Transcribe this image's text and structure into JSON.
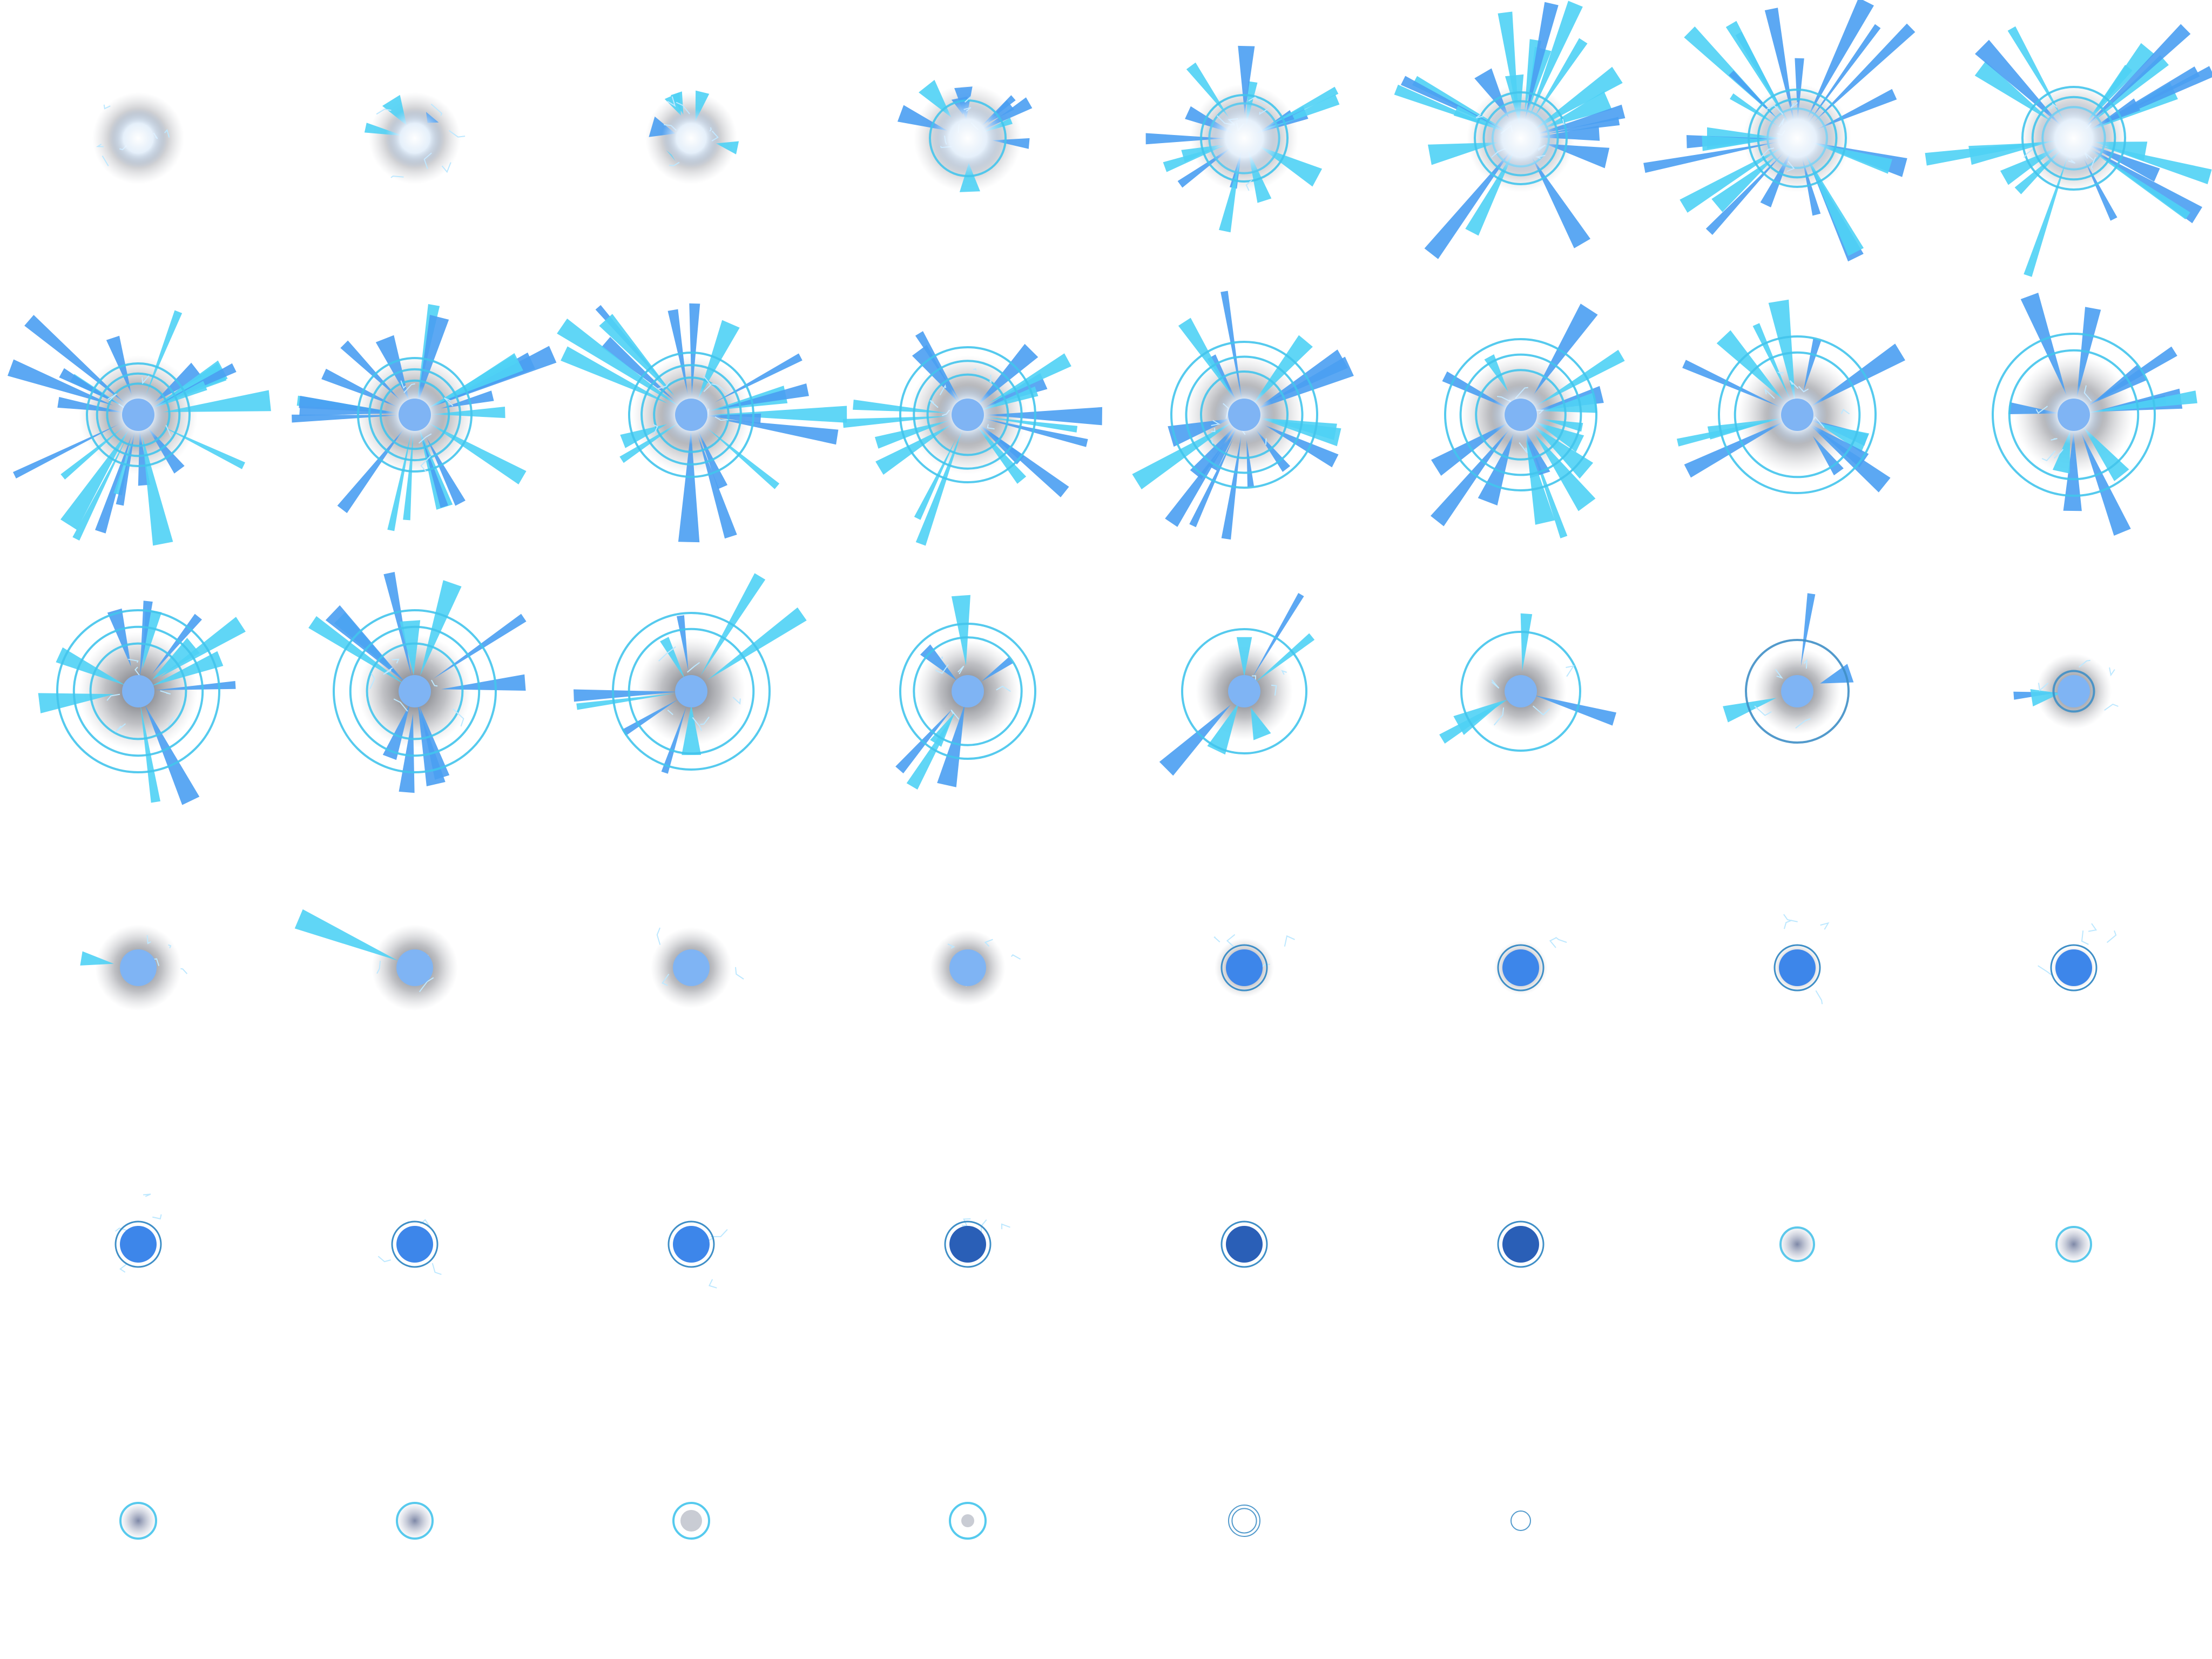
{
  "sheet": {
    "background": "#ffffff",
    "columns": 8,
    "rows": 6,
    "frame_count": 46,
    "palette": {
      "ray_light": "#4fd2f5",
      "ray_deep": "#4a9ff2",
      "ring": "#42c4ec",
      "ring_dark": "#3f8fc7",
      "shadow": "#6f7179",
      "orb_light": "#7fb4f4",
      "orb_mid": "#3d86ea",
      "orb_dark": "#2a5fb7",
      "orb_faded": "#8a97b8",
      "spark": "#bde8ff",
      "flash": "#ffffff"
    }
  }
}
